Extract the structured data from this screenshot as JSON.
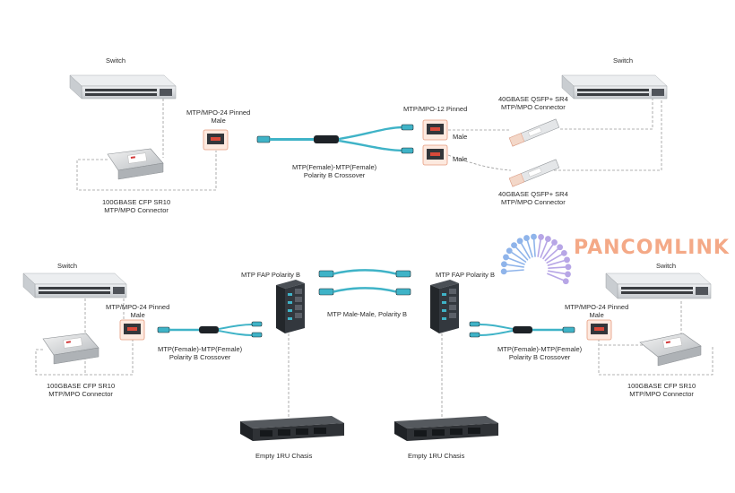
{
  "colors": {
    "fiber": "#3fb3c7",
    "dashed": "#9a9a9a",
    "port_border": "#e59a7d",
    "brand_text": "#f4a987",
    "switch_body": "#d9dcdf",
    "chassis_body": "#2f3236"
  },
  "brand": {
    "name": "PANCOMLINK",
    "logo_icon": "radial-fiber-burst-icon"
  },
  "labels": {
    "switch_top_left": "Switch",
    "switch_top_right": "Switch",
    "switch_bottom_left": "Switch",
    "switch_bottom_right": "Switch",
    "mtp24_pinned_top_l1": "MTP/MPO-24 Pinned",
    "mtp24_pinned_top_l2": "Male",
    "mtp12_pinned": "MTP/MPO-12 Pinned",
    "male_a": "Male",
    "male_b": "Male",
    "qsfp_top_l1": "40GBASE QSFP+ SR4",
    "qsfp_top_l2": "MTP/MPO Connector",
    "qsfp_bottom_l1": "40GBASE QSFP+ SR4",
    "qsfp_bottom_l2": "MTP/MPO Connector",
    "crossover_top_l1": "MTP(Female)-MTP(Female)",
    "crossover_top_l2": "Polarity B Crossover",
    "cfp_top_l1": "100GBASE CFP SR10",
    "cfp_top_l2": "MTP/MPO Connector",
    "mtp24_pinned_bl_l1": "MTP/MPO-24 Pinned",
    "mtp24_pinned_bl_l2": "Male",
    "fap_left": "MTP FAP Polarity B",
    "fap_right": "MTP FAP Polarity B",
    "male_male": "MTP Male-Male, Polarity B",
    "mtp24_pinned_br_l1": "MTP/MPO-24 Pinned",
    "mtp24_pinned_br_l2": "Male",
    "crossover_bl_l1": "MTP(Female)-MTP(Female)",
    "crossover_bl_l2": "Polarity B Crossover",
    "crossover_br_l1": "MTP(Female)-MTP(Female)",
    "crossover_br_l2": "Polarity B Crossover",
    "cfp_bl_l1": "100GBASE CFP SR10",
    "cfp_bl_l2": "MTP/MPO Connector",
    "cfp_br_l1": "100GBASE CFP SR10",
    "cfp_br_l2": "MTP/MPO Connector",
    "chassis_left": "Empty 1RU Chasis",
    "chassis_right": "Empty 1RU Chasis"
  }
}
